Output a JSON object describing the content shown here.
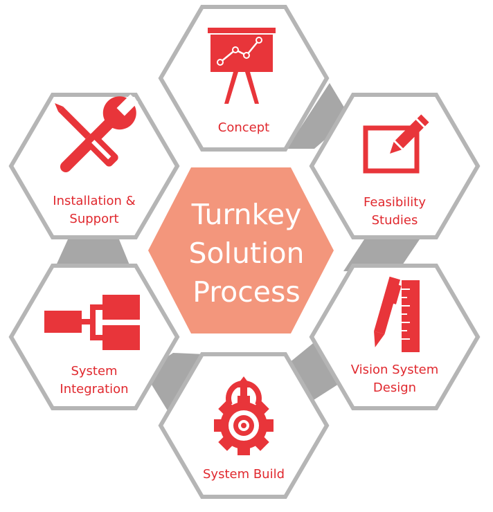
{
  "center": {
    "line1": "Turnkey",
    "line2": "Solution",
    "line3": "Process"
  },
  "steps": [
    {
      "label": "Concept",
      "icon": "presentation-chart-icon"
    },
    {
      "label": "Feasibility Studies",
      "line1": "Feasibility",
      "line2": "Studies",
      "icon": "pencil-tablet-icon"
    },
    {
      "label": "Vision System Design",
      "line1": "Vision System",
      "line2": "Design",
      "icon": "pen-ruler-icon"
    },
    {
      "label": "System Build",
      "icon": "gear-target-icon"
    },
    {
      "label": "System Integration",
      "line1": "System",
      "line2": "Integration",
      "icon": "hierarchy-blocks-icon"
    },
    {
      "label": "Installation & Support",
      "line1": "Installation &",
      "line2": "Support",
      "icon": "wrench-screwdriver-icon"
    }
  ],
  "colors": {
    "accent": "#e8353a",
    "center_fill": "#f3967c",
    "hex_stroke": "#b5b5b5",
    "connector": "#a7a7a7",
    "text": "#e0282e"
  }
}
